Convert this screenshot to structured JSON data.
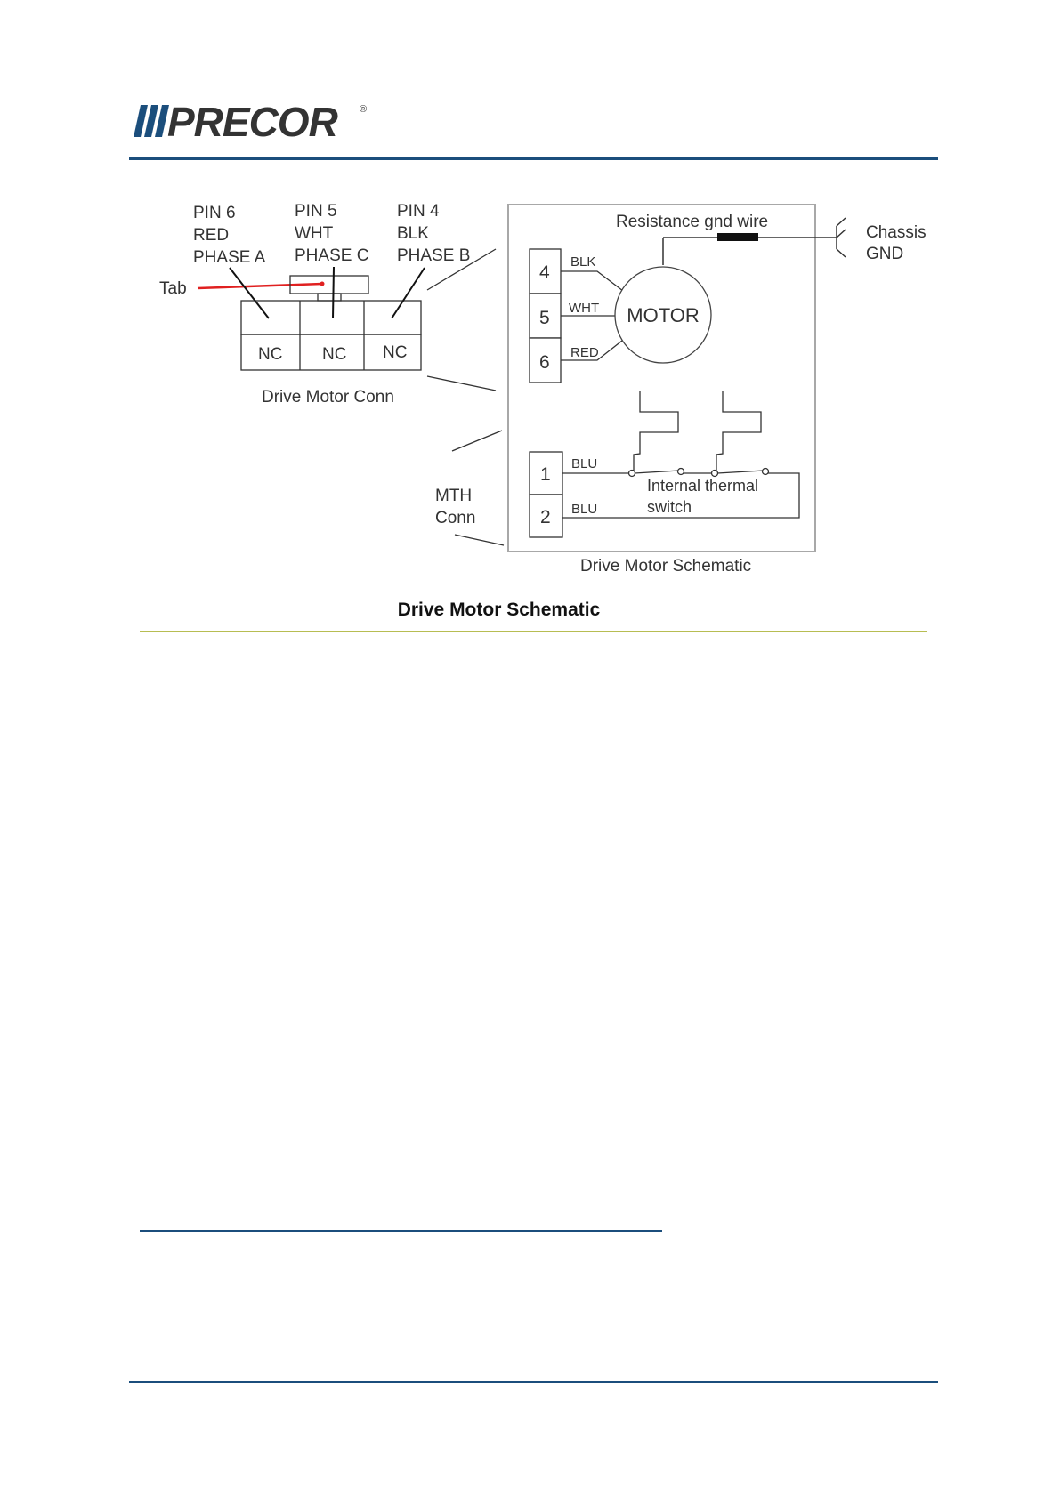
{
  "header": {
    "logo_text": "PRECOR",
    "registered_mark": "®"
  },
  "schematic": {
    "connector_pins": [
      {
        "pin": "PIN 6",
        "color": "RED",
        "phase": "PHASE A"
      },
      {
        "pin": "PIN 5",
        "color": "WHT",
        "phase": "PHASE C"
      },
      {
        "pin": "PIN 4",
        "color": "BLK",
        "phase": "PHASE B"
      }
    ],
    "tab_label": "Tab",
    "nc_labels": [
      "NC",
      "NC",
      "NC"
    ],
    "drive_motor_conn_label": "Drive Motor Conn",
    "resistance_label": "Resistance gnd wire",
    "chassis_label_line1": "Chassis",
    "chassis_label_line2": "GND",
    "motor_pins": [
      {
        "num": "4",
        "wire": "BLK"
      },
      {
        "num": "5",
        "wire": "WHT"
      },
      {
        "num": "6",
        "wire": "RED"
      }
    ],
    "motor_label": "MOTOR",
    "mth_pins": [
      {
        "num": "1",
        "wire": "BLU"
      },
      {
        "num": "2",
        "wire": "BLU"
      }
    ],
    "mth_label_line1": "MTH",
    "mth_label_line2": "Conn",
    "thermal_label_line1": "Internal thermal",
    "thermal_label_line2": "switch",
    "schematic_box_label": "Drive Motor Schematic"
  },
  "caption": "Drive Motor Schematic"
}
